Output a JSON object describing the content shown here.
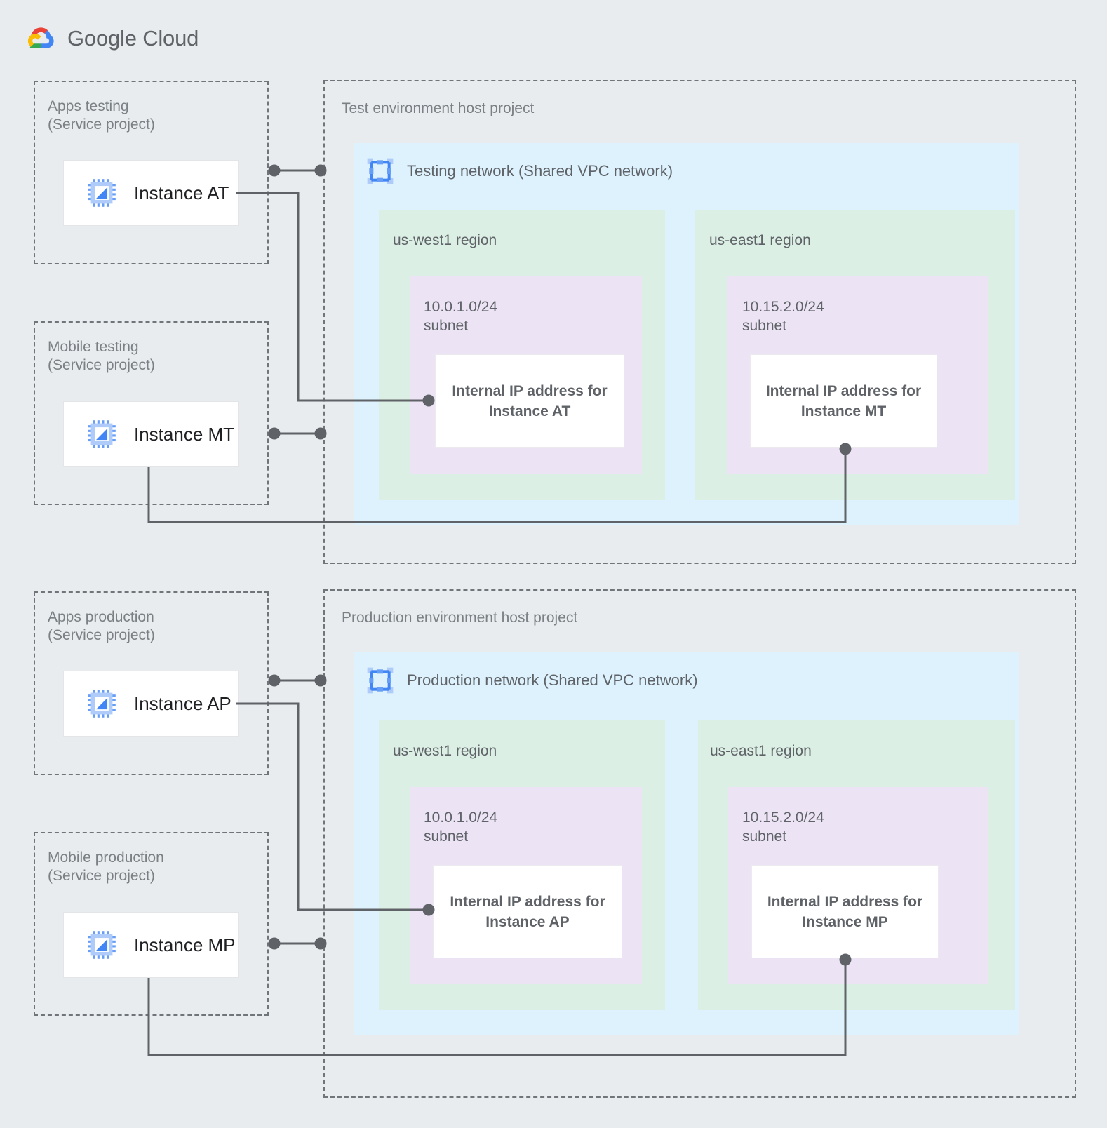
{
  "brand": {
    "name_bold": "Google",
    "name_thin": "Cloud",
    "logo_icon": "google-cloud-logo",
    "colors": {
      "red": "#EA4335",
      "blue": "#4285F4",
      "yellow": "#FBBC05",
      "green": "#34A853",
      "text": "#5f6368"
    }
  },
  "palette": {
    "page_background": "#e8ecee",
    "vpc_panel": "#ddf2fd",
    "region_panel": "#dcefe5",
    "subnet_panel": "#ece3f4",
    "card": "#ffffff",
    "connector": "#5f6368",
    "dashed_border": "#70757a",
    "muted_text": "#5f6368"
  },
  "service_projects": [
    {
      "id": "apps-testing",
      "title": "Apps testing\n(Service project)",
      "instance": {
        "label": "Instance AT",
        "icon": "compute-instance-icon"
      }
    },
    {
      "id": "mobile-testing",
      "title": "Mobile testing\n(Service project)",
      "instance": {
        "label": "Instance MT",
        "icon": "compute-instance-icon"
      }
    },
    {
      "id": "apps-production",
      "title": "Apps production\n(Service project)",
      "instance": {
        "label": "Instance AP",
        "icon": "compute-instance-icon"
      }
    },
    {
      "id": "mobile-production",
      "title": "Mobile production\n(Service project)",
      "instance": {
        "label": "Instance MP",
        "icon": "compute-instance-icon"
      }
    }
  ],
  "host_projects": [
    {
      "id": "test-env",
      "title": "Test environment host project",
      "network": {
        "label": "Testing network (Shared VPC network)",
        "icon": "vpc-network-icon",
        "regions": [
          {
            "id": "test-us-west1",
            "label": "us-west1 region",
            "subnet": {
              "label": "10.0.1.0/24\nsubnet",
              "cidr": "10.0.1.0/24",
              "ip_card": "Internal IP address for\nInstance AT"
            }
          },
          {
            "id": "test-us-east1",
            "label": "us-east1 region",
            "subnet": {
              "label": "10.15.2.0/24\nsubnet",
              "cidr": "10.15.2.0/24",
              "ip_card": "Internal IP address for\nInstance MT"
            }
          }
        ]
      }
    },
    {
      "id": "prod-env",
      "title": "Production environment host project",
      "network": {
        "label": "Production network (Shared VPC network)",
        "icon": "vpc-network-icon",
        "regions": [
          {
            "id": "prod-us-west1",
            "label": "us-west1 region",
            "subnet": {
              "label": "10.0.1.0/24\nsubnet",
              "cidr": "10.0.1.0/24",
              "ip_card": "Internal IP address for\nInstance AP"
            }
          },
          {
            "id": "prod-us-east1",
            "label": "us-east1 region",
            "subnet": {
              "label": "10.15.2.0/24\nsubnet",
              "cidr": "10.15.2.0/24",
              "ip_card": "Internal IP address for\nInstance MP"
            }
          }
        ]
      }
    }
  ],
  "connections": [
    {
      "id": "at-attach",
      "from": "apps-testing",
      "to": "test-env",
      "kind": "project-attachment"
    },
    {
      "id": "mt-attach",
      "from": "mobile-testing",
      "to": "test-env",
      "kind": "project-attachment"
    },
    {
      "id": "ap-attach",
      "from": "apps-production",
      "to": "prod-env",
      "kind": "project-attachment"
    },
    {
      "id": "mp-attach",
      "from": "mobile-production",
      "to": "prod-env",
      "kind": "project-attachment"
    },
    {
      "id": "at-to-ip",
      "from": "Instance AT",
      "to": "Internal IP address for Instance AT",
      "kind": "instance-to-ip"
    },
    {
      "id": "mt-to-ip",
      "from": "Instance MT",
      "to": "Internal IP address for Instance MT",
      "kind": "instance-to-ip"
    },
    {
      "id": "ap-to-ip",
      "from": "Instance AP",
      "to": "Internal IP address for Instance AP",
      "kind": "instance-to-ip"
    },
    {
      "id": "mp-to-ip",
      "from": "Instance MP",
      "to": "Internal IP address for Instance MP",
      "kind": "instance-to-ip"
    }
  ]
}
